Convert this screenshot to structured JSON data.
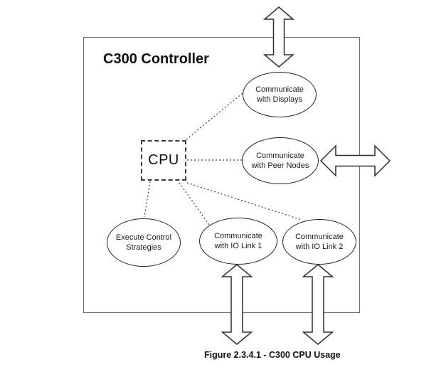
{
  "figure": {
    "title": "C300 Controller",
    "cpu": {
      "label": "CPU"
    },
    "nodes": {
      "displays": {
        "line1": "Communicate",
        "line2": "with Displays"
      },
      "peer_nodes": {
        "line1": "Communicate",
        "line2": "with Peer Nodes"
      },
      "execute": {
        "line1": "Execute Control",
        "line2": "Strategies"
      },
      "io_link_1": {
        "line1": "Communicate",
        "line2": "with IO Link 1"
      },
      "io_link_2": {
        "line1": "Communicate",
        "line2": "with IO Link 2"
      }
    },
    "caption": "Figure 2.3.4.1 - C300 CPU Usage",
    "colors": {
      "background": "#ffffff",
      "box_border": "#6e6e6e",
      "shape_stroke": "#2e2e2e",
      "text": "#1a1a1a"
    }
  }
}
